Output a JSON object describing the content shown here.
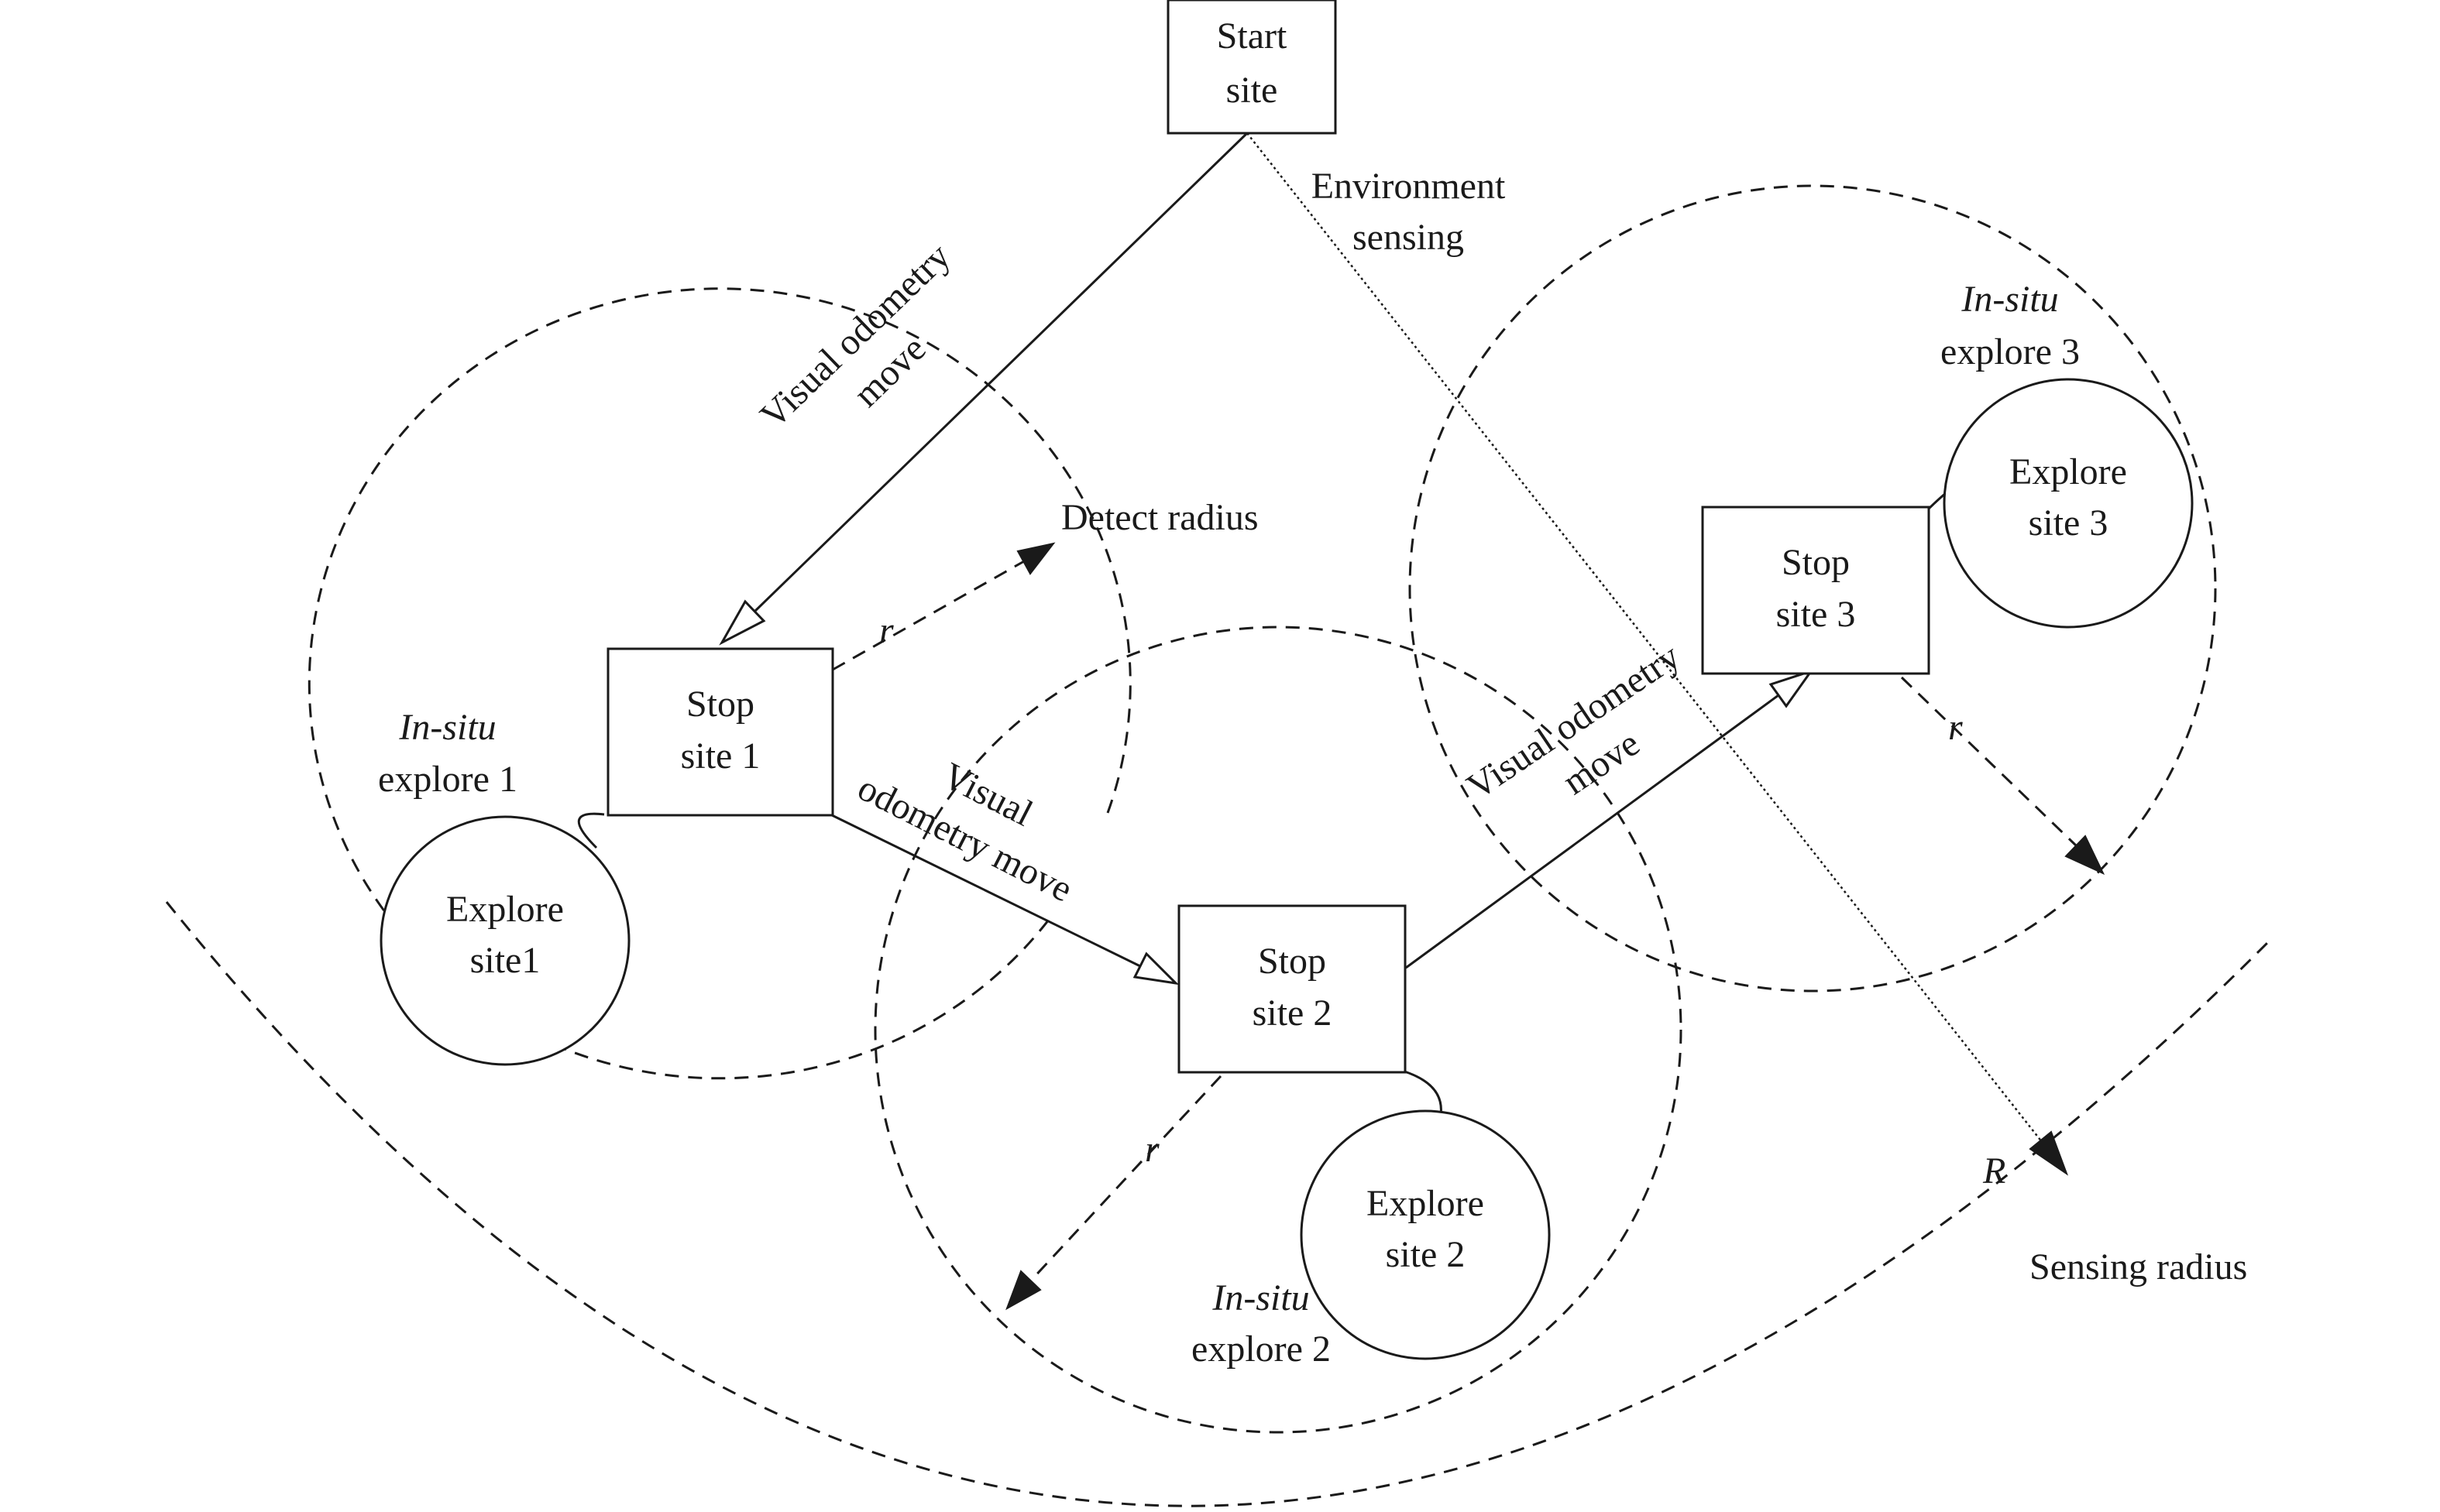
{
  "start_site": [
    "Start",
    "site"
  ],
  "stop_site_1": [
    "Stop",
    "site 1"
  ],
  "stop_site_2": [
    "Stop",
    "site 2"
  ],
  "stop_site_3": [
    "Stop",
    "site 3"
  ],
  "explore_site_1": [
    "Explore",
    "site1"
  ],
  "explore_site_2": [
    "Explore",
    "site 2"
  ],
  "explore_site_3": [
    "Explore",
    "site 3"
  ],
  "in_situ_1": [
    "In-situ",
    "explore 1"
  ],
  "in_situ_2": [
    "In-situ",
    "explore 2"
  ],
  "in_situ_3": [
    "In-situ",
    "explore 3"
  ],
  "vo_move_1": [
    "Visual odometry",
    "move"
  ],
  "vo_move_2": [
    "Visual",
    "odometry move"
  ],
  "vo_move_3": [
    "Visual odometry",
    "move"
  ],
  "environment_sensing": [
    "Environment",
    "sensing"
  ],
  "detect_radius": "Detect radius",
  "sensing_radius": "Sensing radius",
  "r_symbol": "r",
  "R_symbol": "R"
}
